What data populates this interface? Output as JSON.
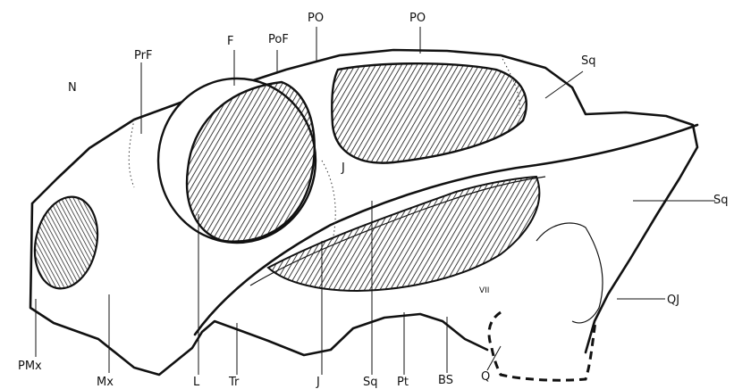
{
  "labels": {
    "n": "N",
    "prf": "PrF",
    "f": "F",
    "pof": "PoF",
    "po1": "PO",
    "po2": "PO",
    "sq_top": "Sq",
    "sq_right": "Sq",
    "j_upper": "J",
    "qj": "QJ",
    "viii": "VII",
    "pmx": "PMx",
    "mx": "Mx",
    "l": "L",
    "tr": "Tr",
    "j_lower": "J",
    "sq_lower": "Sq",
    "pt": "Pt",
    "bs": "BS",
    "q": "Q"
  }
}
